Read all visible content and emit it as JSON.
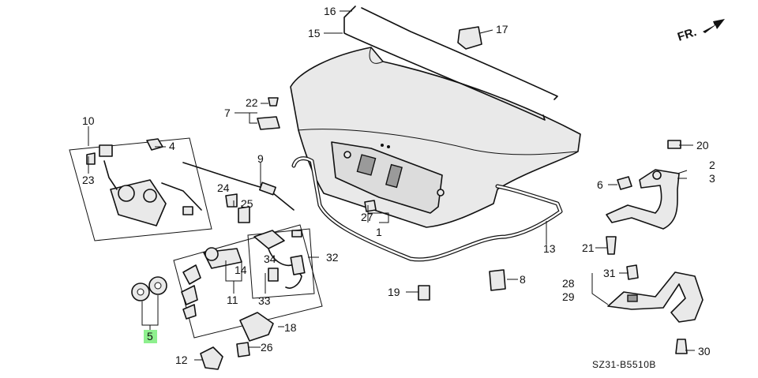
{
  "diagram": {
    "direction_label": "FR.",
    "code": "SZ31-B5510B",
    "highlight_color": "#8ef08e",
    "labels": {
      "p1": "1",
      "p2": "2",
      "p3": "3",
      "p4": "4",
      "p5": "5",
      "p6": "6",
      "p7": "7",
      "p8": "8",
      "p9": "9",
      "p10": "10",
      "p11": "11",
      "p12": "12",
      "p13": "13",
      "p14": "14",
      "p15": "15",
      "p16": "16",
      "p17": "17",
      "p18": "18",
      "p19": "19",
      "p20": "20",
      "p21": "21",
      "p22": "22",
      "p23": "23",
      "p24": "24",
      "p25": "25",
      "p26": "26",
      "p27": "27",
      "p28": "28",
      "p29": "29",
      "p30": "30",
      "p31": "31",
      "p32": "32",
      "p33": "33",
      "p34": "34"
    }
  }
}
